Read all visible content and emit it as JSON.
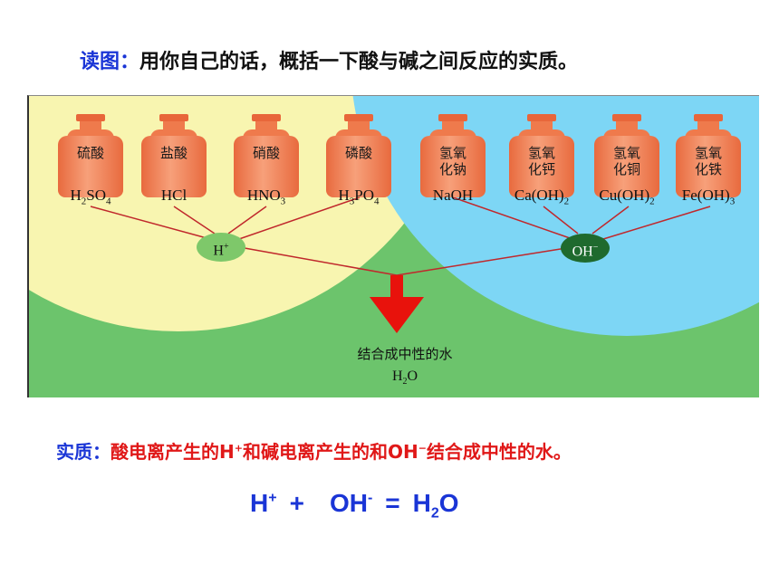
{
  "prompt": {
    "lead": "读图：",
    "text": "用你自己的话，概括一下酸与碱之间反应的实质。"
  },
  "acids": [
    {
      "name": "硫酸",
      "formula_html": "H<sub>2</sub>SO<sub>4</sub>"
    },
    {
      "name": "盐酸",
      "formula_html": "HCl"
    },
    {
      "name": "硝酸",
      "formula_html": "HNO<sub>3</sub>"
    },
    {
      "name": "磷酸",
      "formula_html": "H<sub>3</sub>PO<sub>4</sub>"
    }
  ],
  "bases": [
    {
      "name_line1": "氢氧",
      "name_line2": "化钠",
      "formula_html": "NaOH"
    },
    {
      "name_line1": "氢氧",
      "name_line2": "化钙",
      "formula_html": "Ca(OH)<sub>2</sub>"
    },
    {
      "name_line1": "氢氧",
      "name_line2": "化铜",
      "formula_html": "Cu(OH)<sub>2</sub>"
    },
    {
      "name_line1": "氢氧",
      "name_line2": "化铁",
      "formula_html": "Fe(OH)<sub>3</sub>"
    }
  ],
  "ions": {
    "h_html": "H<sup>+</sup>",
    "oh_html": "OH<sup>−</sup>"
  },
  "result": {
    "text": "结合成中性的水",
    "formula_html": "H<sub>2</sub>O"
  },
  "essence": {
    "lead": "实质：",
    "part1": "酸电离产生的H",
    "sup1": "+",
    "part2": "和碱电离产生的和OH",
    "sup2": "−",
    "part3": "结合成中性的水。"
  },
  "equation": {
    "h": "H",
    "h_sup": "+",
    "plus": "+",
    "oh": "OH",
    "oh_sup": "-",
    "eq": "=",
    "water_h": "H",
    "water_sub": "2",
    "water_o": "O"
  },
  "colors": {
    "acid_region": "#f8f5b0",
    "base_region": "#7dd6f5",
    "background": "#6cc46c",
    "h_ion": "#7ec86a",
    "oh_ion": "#1f6a2e",
    "arrow": "#e8120c",
    "lines": "#c0282c"
  }
}
